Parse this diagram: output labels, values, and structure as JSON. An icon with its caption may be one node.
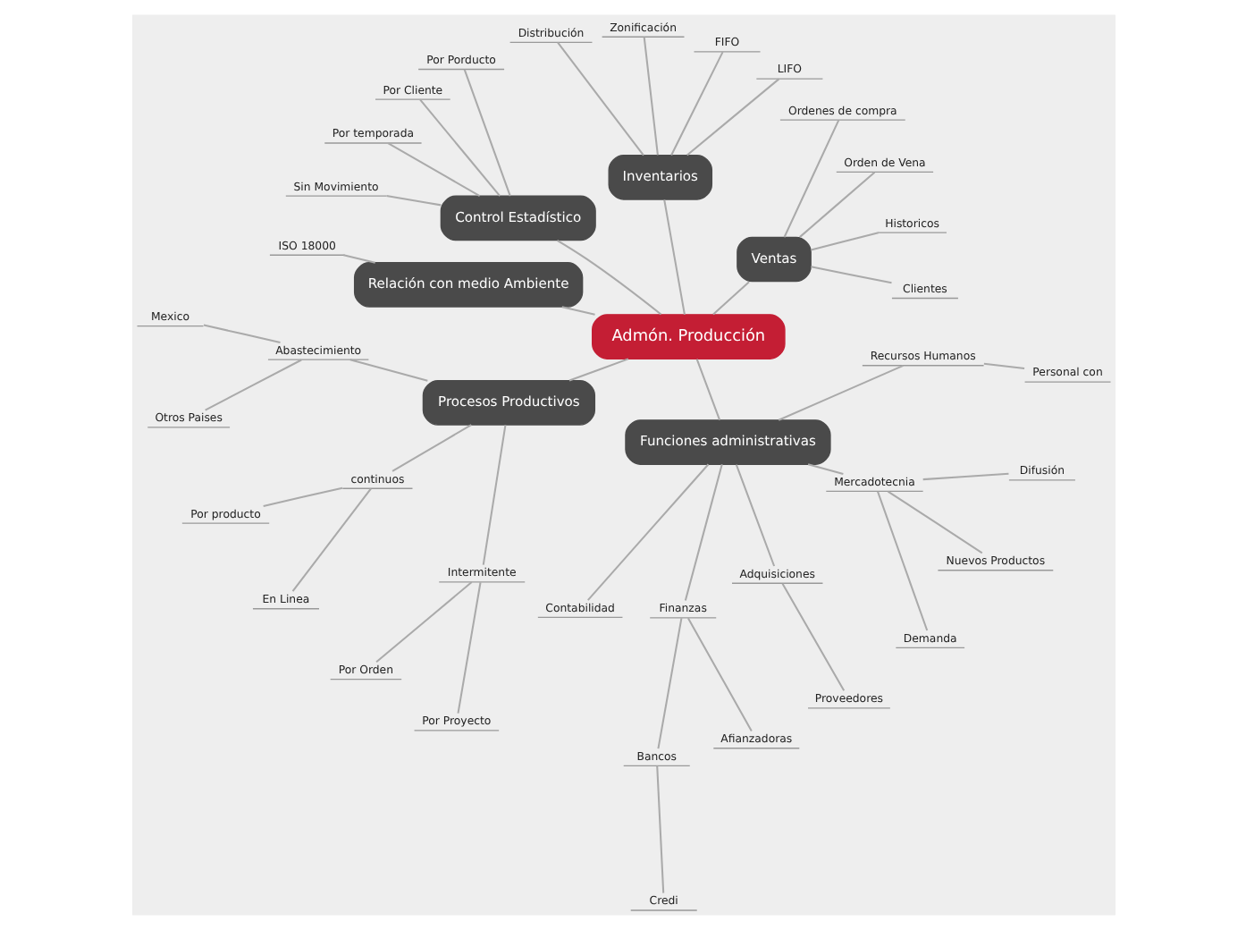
{
  "diagram": {
    "nodes": [
      {
        "text": [
          "Admón. Producción"
        ]
      },
      {
        "text": [
          "Ventas"
        ]
      },
      {
        "text": [
          "Clientes"
        ]
      },
      {
        "text": [
          "Historicos"
        ]
      },
      {
        "text": [
          "Orden de Vena"
        ]
      },
      {
        "text": [
          "Ordenes de compra"
        ]
      },
      {
        "text": [
          "Inventarios"
        ]
      },
      {
        "text": [
          "LIFO"
        ]
      },
      {
        "text": [
          "FIFO"
        ]
      },
      {
        "text": [
          "Zonificación"
        ]
      },
      {
        "text": [
          "Distribución"
        ]
      },
      {
        "text": [
          "Control Estadístico"
        ]
      },
      {
        "text": [
          "Por Porducto"
        ]
      },
      {
        "text": [
          "Por Cliente"
        ]
      },
      {
        "text": [
          "Por temporada"
        ]
      },
      {
        "text": [
          "Sin Movimiento"
        ]
      },
      {
        "text": [
          "Relación con medio Ambiente"
        ]
      },
      {
        "text": [
          "ISO 18000"
        ]
      },
      {
        "text": [
          "Procesos Productivos"
        ]
      },
      {
        "text": [
          "Abastecimiento"
        ]
      },
      {
        "text": [
          "Mexico"
        ]
      },
      {
        "text": [
          "Otros Paises"
        ]
      },
      {
        "text": [
          "continuos"
        ]
      },
      {
        "text": [
          "Por producto"
        ]
      },
      {
        "text": [
          "En Linea"
        ]
      },
      {
        "text": [
          "Intermitente"
        ]
      },
      {
        "text": [
          "Por Orden"
        ]
      },
      {
        "text": [
          "Por Proyecto"
        ]
      },
      {
        "text": [
          "Funciones administrativas"
        ]
      },
      {
        "text": [
          "Contabilidad"
        ]
      },
      {
        "text": [
          "Finanzas"
        ]
      },
      {
        "text": [
          "Bancos"
        ]
      },
      {
        "text": [
          "Credi"
        ]
      },
      {
        "text": [
          "Afianzadoras"
        ]
      },
      {
        "text": [
          "Adquisiciones"
        ]
      },
      {
        "text": [
          "Proveedores"
        ]
      },
      {
        "text": [
          "Mercadotecnia"
        ]
      },
      {
        "text": [
          "Demanda"
        ]
      },
      {
        "text": [
          "Nuevos Productos"
        ]
      },
      {
        "text": [
          "Difusión"
        ]
      },
      {
        "text": [
          "Recursos Humanos"
        ]
      },
      {
        "text": [
          "Personal con"
        ]
      }
    ],
    "edges": [
      {
        "from": 0,
        "to": 1,
        "arrow": "none"
      },
      {
        "from": 1,
        "to": 2,
        "arrow": "none"
      },
      {
        "from": 1,
        "to": 3,
        "arrow": "none"
      },
      {
        "from": 1,
        "to": 4,
        "arrow": "none"
      },
      {
        "from": 1,
        "to": 5,
        "arrow": "none"
      },
      {
        "from": 0,
        "to": 6,
        "arrow": "none"
      },
      {
        "from": 6,
        "to": 7,
        "arrow": "none"
      },
      {
        "from": 6,
        "to": 8,
        "arrow": "none"
      },
      {
        "from": 6,
        "to": 9,
        "arrow": "none"
      },
      {
        "from": 6,
        "to": 10,
        "arrow": "none"
      },
      {
        "from": 0,
        "to": 11,
        "arrow": "none"
      },
      {
        "from": 11,
        "to": 12,
        "arrow": "none"
      },
      {
        "from": 11,
        "to": 13,
        "arrow": "none"
      },
      {
        "from": 11,
        "to": 14,
        "arrow": "none"
      },
      {
        "from": 11,
        "to": 15,
        "arrow": "none"
      },
      {
        "from": 0,
        "to": 16,
        "arrow": "none"
      },
      {
        "from": 16,
        "to": 17,
        "arrow": "none"
      },
      {
        "from": 0,
        "to": 18,
        "arrow": "none"
      },
      {
        "from": 18,
        "to": 19,
        "arrow": "none"
      },
      {
        "from": 19,
        "to": 20,
        "arrow": "none"
      },
      {
        "from": 19,
        "to": 21,
        "arrow": "none"
      },
      {
        "from": 18,
        "to": 22,
        "arrow": "none"
      },
      {
        "from": 22,
        "to": 23,
        "arrow": "none"
      },
      {
        "from": 22,
        "to": 24,
        "arrow": "none"
      },
      {
        "from": 18,
        "to": 25,
        "arrow": "none"
      },
      {
        "from": 25,
        "to": 26,
        "arrow": "none"
      },
      {
        "from": 25,
        "to": 27,
        "arrow": "none"
      },
      {
        "from": 0,
        "to": 28,
        "arrow": "none"
      },
      {
        "from": 28,
        "to": 29,
        "arrow": "none"
      },
      {
        "from": 28,
        "to": 30,
        "arrow": "none"
      },
      {
        "from": 30,
        "to": 31,
        "arrow": "none"
      },
      {
        "from": 31,
        "to": 32,
        "arrow": "none"
      },
      {
        "from": 30,
        "to": 33,
        "arrow": "none"
      },
      {
        "from": 28,
        "to": 34,
        "arrow": "none"
      },
      {
        "from": 34,
        "to": 35,
        "arrow": "none"
      },
      {
        "from": 28,
        "to": 36,
        "arrow": "none"
      },
      {
        "from": 36,
        "to": 37,
        "arrow": "none"
      },
      {
        "from": 36,
        "to": 38,
        "arrow": "none"
      },
      {
        "from": 36,
        "to": 39,
        "arrow": "none"
      },
      {
        "from": 28,
        "to": 40,
        "arrow": "none"
      },
      {
        "from": 40,
        "to": 41,
        "arrow": "none"
      }
    ]
  }
}
